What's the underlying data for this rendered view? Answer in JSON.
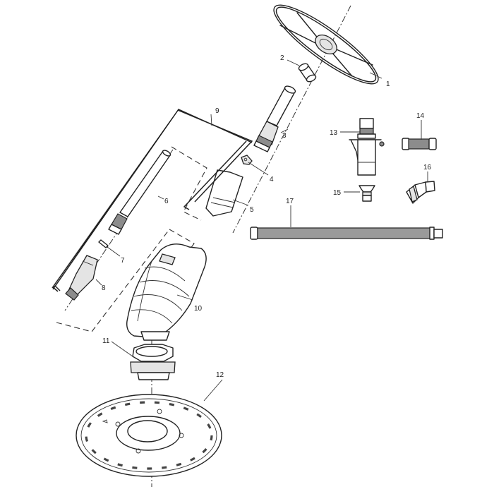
{
  "diagram": {
    "type": "exploded-parts-diagram",
    "background": "#ffffff",
    "line_color": "#222222",
    "callouts": [
      {
        "id": "1",
        "label": "1",
        "part": "deflector-wheel"
      },
      {
        "id": "2",
        "label": "2",
        "part": "bearing-collar"
      },
      {
        "id": "3",
        "label": "3",
        "part": "upper-hose-segment"
      },
      {
        "id": "4",
        "label": "4",
        "part": "small-clip"
      },
      {
        "id": "5",
        "label": "5",
        "part": "swivel-coupling"
      },
      {
        "id": "6",
        "label": "6",
        "part": "long-hose-segment"
      },
      {
        "id": "7",
        "label": "7",
        "part": "pin"
      },
      {
        "id": "8",
        "label": "8",
        "part": "hose-cuff"
      },
      {
        "id": "9",
        "label": "9",
        "part": "hose-assembly-group"
      },
      {
        "id": "10",
        "label": "10",
        "part": "cleaner-body"
      },
      {
        "id": "11",
        "label": "11",
        "part": "foot-pad-adapter"
      },
      {
        "id": "12",
        "label": "12",
        "part": "disc"
      },
      {
        "id": "13",
        "label": "13",
        "part": "flow-regulator-valve"
      },
      {
        "id": "14",
        "label": "14",
        "part": "short-hose-cuff"
      },
      {
        "id": "15",
        "label": "15",
        "part": "cone-adapter"
      },
      {
        "id": "16",
        "label": "16",
        "part": "elbow-fitting"
      },
      {
        "id": "17",
        "label": "17",
        "part": "long-corrugated-hose"
      }
    ]
  }
}
